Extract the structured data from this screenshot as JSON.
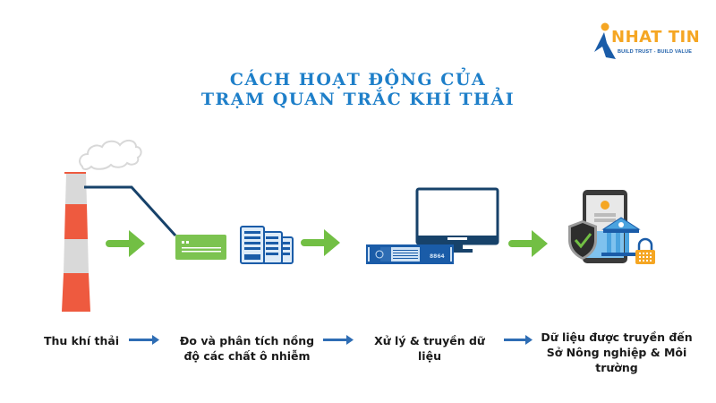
{
  "logo": {
    "name": "NHAT TIN",
    "tagline": "BUILD TRUST - BUILD VALUE",
    "colors": {
      "primary": "#f5a623",
      "secondary": "#1a5ca8"
    }
  },
  "title": {
    "line1": "CÁCH HOẠT ĐỘNG CỦA",
    "line2": "TRẠM QUAN TRẮC KHÍ THẢI",
    "color": "#1e7fc9"
  },
  "steps": [
    {
      "label": "Thu khí thải",
      "icon": "factory-chimney-icon"
    },
    {
      "label": "Đo và phân tích nồng độ các chất ô nhiễm",
      "line1": "Đo và phân tích nồng",
      "line2": "độ các chất ô nhiễm",
      "icon": "analyzer-server-icon"
    },
    {
      "label": "Xử lý & truyền dữ liệu",
      "icon": "computer-monitor-icon"
    },
    {
      "label": "Dữ liệu được truyền đến Sở Nông nghiệp & Môi trường",
      "line1": "Dữ liệu được truyền đến",
      "line2": "Sở Nông nghiệp & Môi",
      "line3": "trường",
      "icon": "secure-government-icon"
    }
  ],
  "colors": {
    "arrow_green": "#72bf44",
    "arrow_blue": "#2e6db4",
    "chimney_red": "#ee5a3f",
    "chimney_grey": "#d9d9d9",
    "device_blue": "#1a5ca8",
    "pipe_navy": "#17426a"
  }
}
